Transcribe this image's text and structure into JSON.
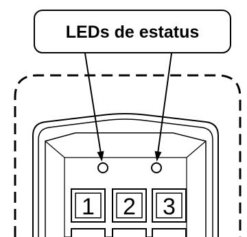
{
  "callout": {
    "label": "LEDs de estatus"
  },
  "keypad": {
    "keys": [
      "1",
      "2",
      "3"
    ]
  },
  "colors": {
    "line": "#000000",
    "background": "#ffffff"
  }
}
